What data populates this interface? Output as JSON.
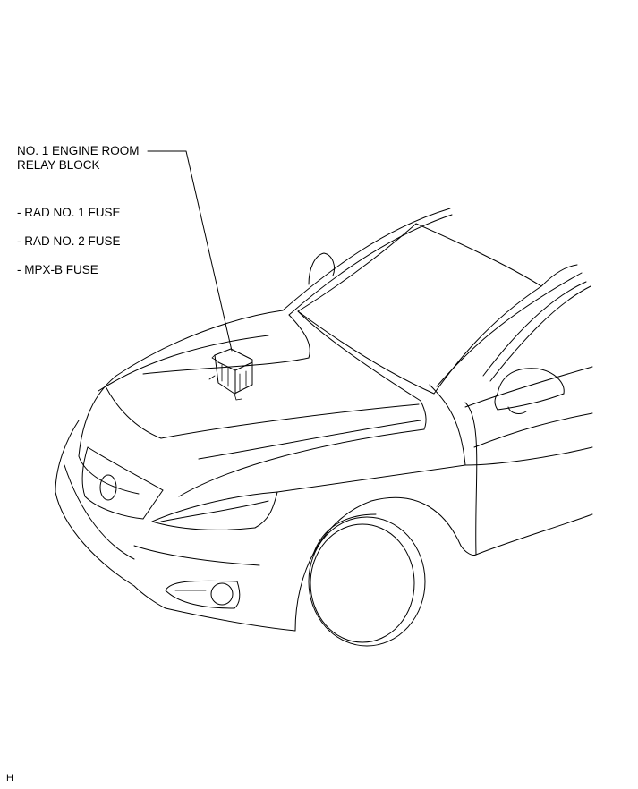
{
  "callout": {
    "title_line1": "NO. 1 ENGINE ROOM",
    "title_line2": "RELAY BLOCK",
    "fuses": [
      "- RAD NO. 1 FUSE",
      "- RAD NO. 2 FUSE",
      "- MPX-B FUSE"
    ]
  },
  "diagram_code": "H",
  "colors": {
    "line": "#000000",
    "background": "#ffffff"
  }
}
